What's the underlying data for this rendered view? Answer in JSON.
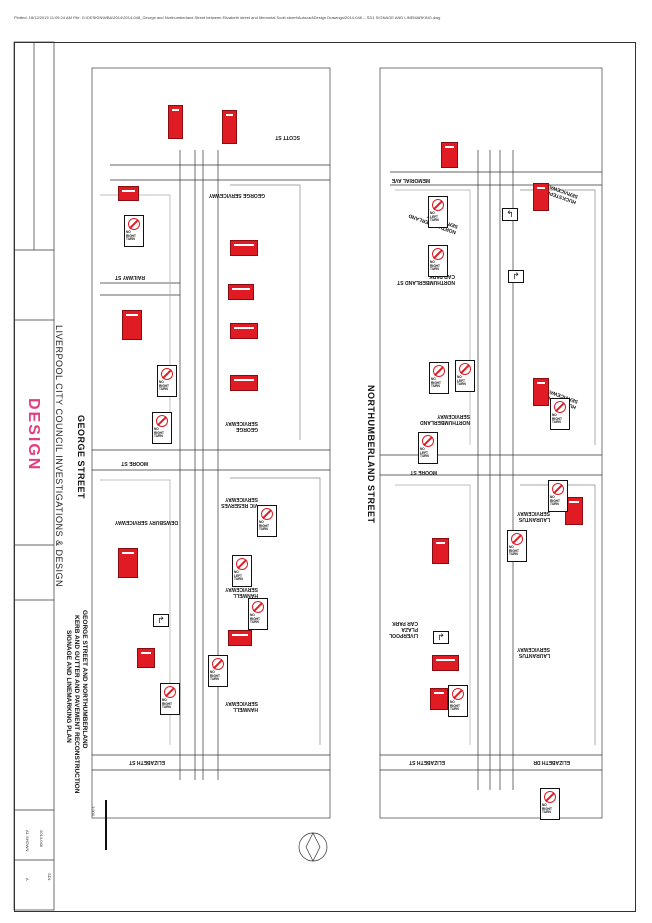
{
  "plot_header": "Plotted: 18/12/2015 11:05:24 AM      File: G:\\DESIGN\\MBA\\2014\\2014-048_George and Northumberland Street between Elizabeth street and Memorial Scott street\\Autocad\\Design Drawings\\2014-048 -- SD1 SIGNAGE AND LINEMARKING.dwg",
  "streets": {
    "george": "GEORGE   STREET",
    "northumberland": "NORTHUMBERLAND   STREET"
  },
  "labels": {
    "scott_st": "SCOTT ST",
    "railway_st": "RAILWAY ST",
    "moore_st_left": "MOORE ST",
    "moore_st_right": "MOORE   ST",
    "elizabeth_st_left": "ELIZABETH ST",
    "elizabeth_st_right": "ELIZABETH ST",
    "elizabeth_dr": "ELIZABETH DR",
    "memorial_ave": "MEMORIAL   AVE",
    "george_serviceway_top": "GEORGE SERVICEWAY",
    "george_serviceway_mid": "GEORGE\nSERVICEWAY",
    "vic_reserves": "VIC RESERVES\nSERVICEWAY",
    "dewsbury": "DEWSBURY SERVICEWAY",
    "hanwell_1": "HANWELL\nSERVICEWAY",
    "hanwell_2": "HANWELL\nSERVICEWAY",
    "huckstepp_1": "HUCKSTEPP\nSERVICEWAY",
    "huckstepp_2": "HUCKSTEPP\nSERVICEWAY",
    "northumberland_serviceway": "NORTHUMBERLAND\nSERVICEWAY",
    "northumberland_car_park": "NORTHUMBERLAND ST\nCAR PARK",
    "laurantus_1": "LAURANTUS\nSERVICEWAY",
    "laurantus_2": "LAURANTUS\nSERVICEWAY",
    "liverpool_plaza": "LIVERPOOL\nPLAZA\nCAR PARK"
  },
  "no_turn_sign_lines": [
    "NO",
    "RIGHT",
    "TURN"
  ],
  "no_left_sign_lines": [
    "NO",
    "LEFT",
    "TURN"
  ],
  "title_block": {
    "stamp": "DESIGN",
    "org": "LIVERPOOL CITY COUNCIL INVESTIGATIONS & DESIGN",
    "project_line1": "GEORGE STREET AND NORTHUMBERLAND",
    "project_line2": "KERB AND GUTTER AND PAVEMENT RECONSTRUCTION",
    "project_line3": "SIGNAGE AND LINEMARKING PLAN",
    "scale": "1:500",
    "sheet": "SD1",
    "amendment": "A",
    "sheet_size": "A1 SHOWN",
    "drawing_no": "2014-048"
  },
  "colors": {
    "sign_red": "#e01b24",
    "stamp_pink": "#e23e7f",
    "ink": "#222222"
  }
}
